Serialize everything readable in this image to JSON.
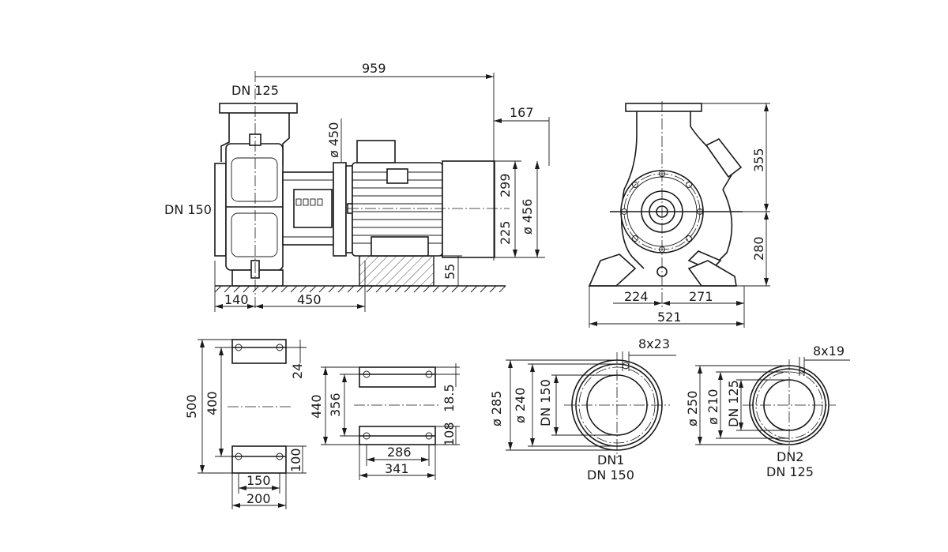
{
  "main_view": {
    "dn_top": "DN 125",
    "dn_side": "DN 150",
    "dim_length": "959",
    "dim_overhang": "167",
    "dim_height_upper": "299",
    "dim_height_lower": "225",
    "dim_motor_diameter": "ø 456",
    "dim_fan_diameter": "ø 450",
    "dim_base_height": "55",
    "dim_foot_offset": "140",
    "dim_foot_span": "450"
  },
  "end_view": {
    "dim_height_top": "355",
    "dim_height_bottom": "280",
    "dim_left": "224",
    "dim_right": "271",
    "dim_width": "521"
  },
  "foot_view_a": {
    "dim_total": "500",
    "dim_inner": "400",
    "dim_slot": "24",
    "dim_pad": "100",
    "dim_width_inner": "150",
    "dim_width_outer": "200"
  },
  "foot_view_b": {
    "dim_total": "440",
    "dim_inner": "356",
    "dim_slot": "18.5",
    "dim_pad": "108",
    "dim_width_inner": "286",
    "dim_width_outer": "341"
  },
  "flange_1": {
    "holes": "8x23",
    "d_outer": "ø 285",
    "d_bolt": "ø 240",
    "d_bore": "DN 150",
    "caption_line1": "DN1",
    "caption_line2": "DN 150"
  },
  "flange_2": {
    "holes": "8x19",
    "d_outer": "ø 250",
    "d_bolt": "ø 210",
    "d_bore": "DN 125",
    "caption_line1": "DN2",
    "caption_line2": "DN 125"
  }
}
